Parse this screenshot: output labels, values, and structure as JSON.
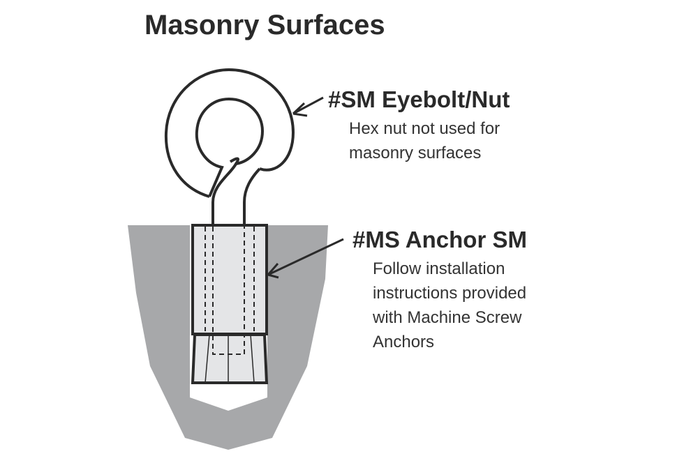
{
  "title": "Masonry Surfaces",
  "eyebolt": {
    "label": "#SM Eyebolt/Nut",
    "note_lines": [
      "Hex nut not used for",
      "masonry surfaces"
    ]
  },
  "anchor": {
    "label": "#MS Anchor SM",
    "note_lines": [
      "Follow installation",
      "instructions provided",
      "with Machine Screw",
      "Anchors"
    ]
  },
  "colors": {
    "masonry": "#a7a8aa",
    "anchor_fill": "#e4e5e7",
    "stroke": "#2a2a2a"
  }
}
